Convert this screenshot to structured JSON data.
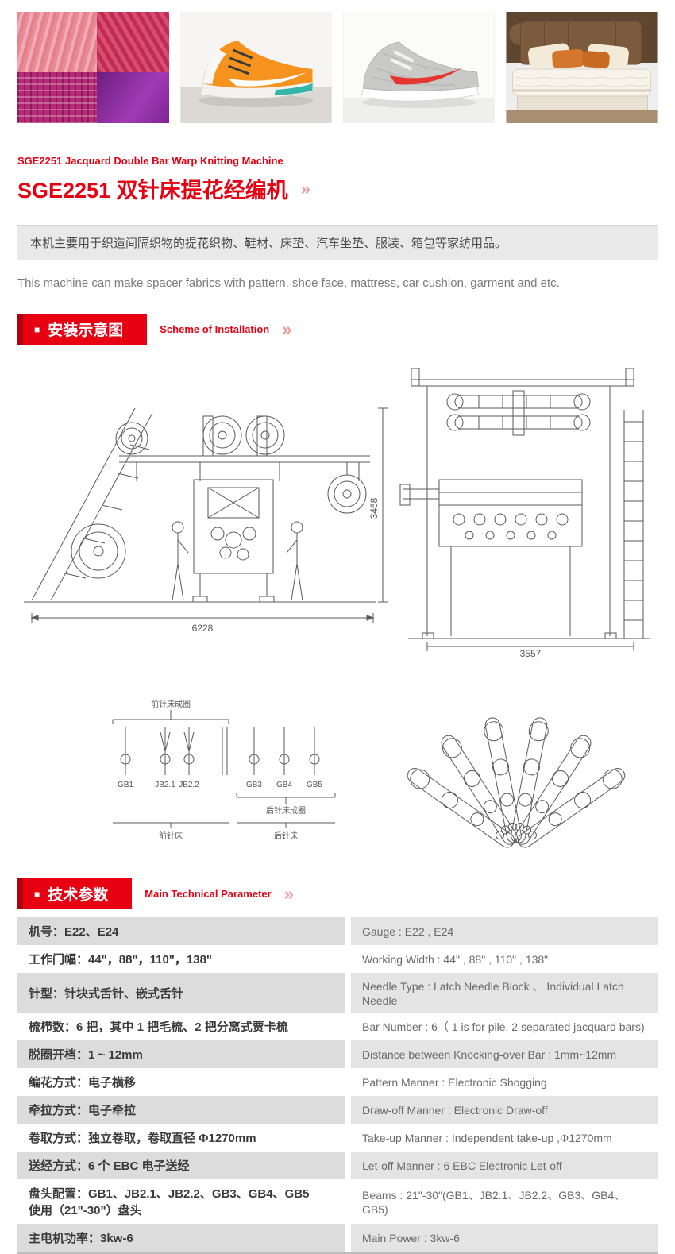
{
  "colors": {
    "accent": "#e60012",
    "arrow_pink": "#f09a9a",
    "table_grey": "#dcdcdc"
  },
  "gallery": {
    "items": [
      {
        "name": "fabric-samples-collage"
      },
      {
        "name": "orange-running-shoe"
      },
      {
        "name": "grey-knit-sneaker"
      },
      {
        "name": "mattress-bed"
      }
    ]
  },
  "header": {
    "subtitle_en": "SGE2251 Jacquard Double Bar Warp Knitting Machine",
    "title_cn": "SGE2251 双针床提花经编机",
    "arrow": "»"
  },
  "intro": {
    "cn": "本机主要用于织造间隔织物的提花织物、鞋材、床垫、汽车坐垫、服装、箱包等家纺用品。",
    "en": "This machine can make spacer fabrics with pattern, shoe face, mattress, car cushion, garment and etc."
  },
  "sections": {
    "installation": {
      "bullet": "■",
      "title_cn": "安装示意图",
      "title_en": "Scheme of Installation",
      "arrow": "»"
    },
    "parameters": {
      "bullet": "■",
      "title_cn": "技术参数",
      "title_en": "Main Technical Parameter",
      "arrow": "»"
    }
  },
  "drawings": {
    "front_view": {
      "width_label": "6228",
      "height_label": "3468"
    },
    "side_view": {
      "width_label": "3557"
    }
  },
  "needle_diagram": {
    "top_label": "前针床成圈",
    "back_loop_label": "后针床成圈",
    "front_bed_label": "前针床",
    "back_bed_label": "后针床",
    "bars": [
      "GB1",
      "JB2.1",
      "JB2.2",
      "GB3",
      "GB4",
      "GB5"
    ]
  },
  "spec_table": {
    "rows": [
      {
        "cn": "机号：E22、E24",
        "en": "Gauge : E22 , E24"
      },
      {
        "cn": "工作门幅：44\"，88\"，110\"，138\"",
        "en": "Working Width : 44\" , 88\" , 110\" , 138\""
      },
      {
        "cn": "针型：针块式舌针、嵌式舌针",
        "en": "Needle Type : Latch Needle Block 、 Individual Latch Needle"
      },
      {
        "cn": "梳栉数：6 把，其中 1 把毛梳、2 把分离式贾卡梳",
        "en": "Bar Number : 6（ 1 is for pile, 2 separated jacquard bars)"
      },
      {
        "cn": "脱圈开档：1 ~ 12mm",
        "en": "Distance between Knocking-over Bar : 1mm~12mm"
      },
      {
        "cn": "编花方式：电子横移",
        "en": "Pattern Manner : Electronic Shogging"
      },
      {
        "cn": "牵拉方式：电子牵拉",
        "en": "Draw-off Manner : Electronic Draw-off"
      },
      {
        "cn": "卷取方式：独立卷取，卷取直径 Φ1270mm",
        "en": "Take-up Manner : Independent take-up ,Φ1270mm"
      },
      {
        "cn": "送经方式：6 个 EBC 电子送经",
        "en": "Let-off Manner : 6 EBC Electronic Let-off"
      },
      {
        "cn": "盘头配置：GB1、JB2.1、JB2.2、GB3、GB4、GB5\n使用（21\"-30\"）盘头",
        "en": "Beams : 21\"-30\"(GB1、JB2.1、JB2.2、GB3、GB4、GB5)"
      },
      {
        "cn": "主电机功率：3kw-6",
        "en": "Main Power : 3kw-6"
      }
    ]
  }
}
